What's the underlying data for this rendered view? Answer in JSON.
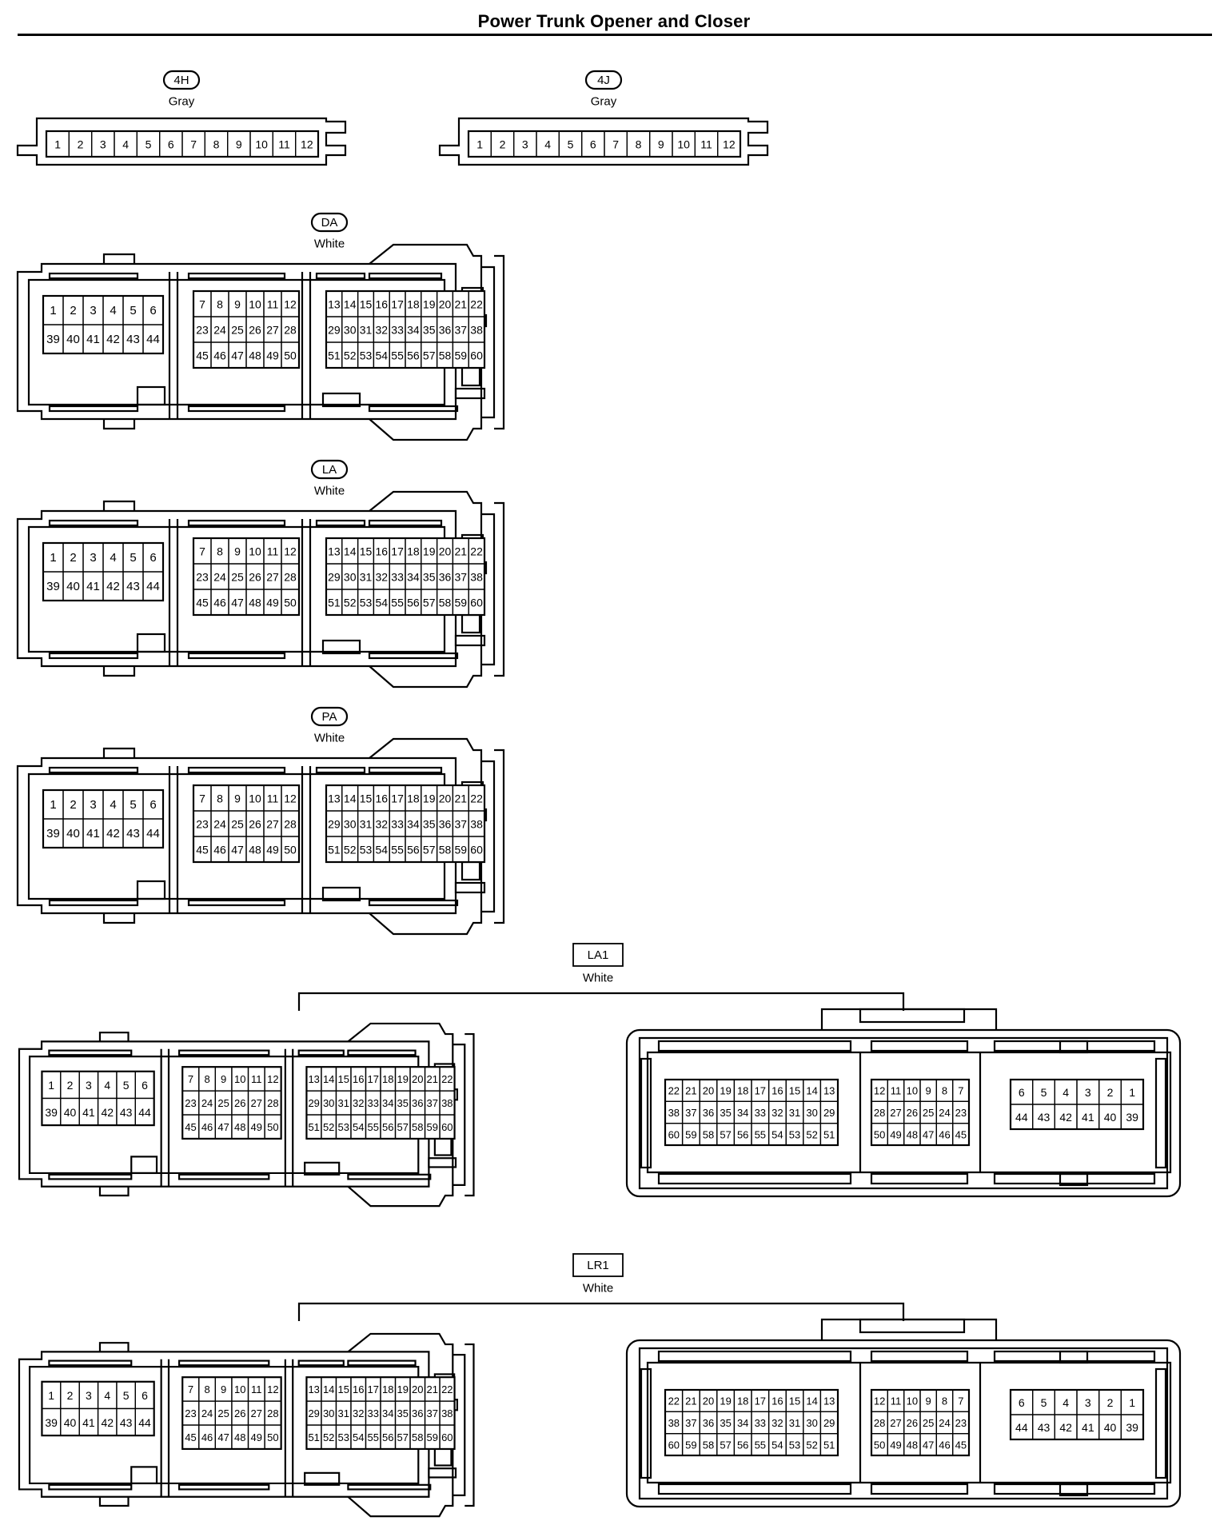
{
  "title": "Power Trunk Opener and Closer",
  "connectors": [
    {
      "id": "4H",
      "color": "Gray",
      "badge": "oval",
      "body": "strip",
      "pins": [
        "1",
        "2",
        "3",
        "4",
        "5",
        "6",
        "7",
        "8",
        "9",
        "10",
        "11",
        "12"
      ]
    },
    {
      "id": "4J",
      "color": "Gray",
      "badge": "oval",
      "body": "strip",
      "pins": [
        "1",
        "2",
        "3",
        "4",
        "5",
        "6",
        "7",
        "8",
        "9",
        "10",
        "11",
        "12"
      ]
    },
    {
      "id": "DA",
      "color": "White",
      "badge": "oval",
      "body": "ecu-front"
    },
    {
      "id": "LA",
      "color": "White",
      "badge": "oval",
      "body": "ecu-front"
    },
    {
      "id": "PA",
      "color": "White",
      "badge": "oval",
      "body": "ecu-front"
    },
    {
      "id": "LA1",
      "color": "White",
      "badge": "box",
      "body": "ecu-pair"
    },
    {
      "id": "LR1",
      "color": "White",
      "badge": "box",
      "body": "ecu-pair"
    }
  ],
  "ecu_front_layout": {
    "block1": [
      [
        "1",
        "2",
        "3",
        "4",
        "5",
        "6"
      ],
      [
        "39",
        "40",
        "41",
        "42",
        "43",
        "44"
      ]
    ],
    "block2": [
      [
        "7",
        "8",
        "9",
        "10",
        "11",
        "12"
      ],
      [
        "23",
        "24",
        "25",
        "26",
        "27",
        "28"
      ],
      [
        "45",
        "46",
        "47",
        "48",
        "49",
        "50"
      ]
    ],
    "block3": [
      [
        "13",
        "14",
        "15",
        "16",
        "17",
        "18",
        "19",
        "20",
        "21",
        "22"
      ],
      [
        "29",
        "30",
        "31",
        "32",
        "33",
        "34",
        "35",
        "36",
        "37",
        "38"
      ],
      [
        "51",
        "52",
        "53",
        "54",
        "55",
        "56",
        "57",
        "58",
        "59",
        "60"
      ]
    ]
  },
  "ecu_rear_layout": {
    "block1": [
      [
        "22",
        "21",
        "20",
        "19",
        "18",
        "17",
        "16",
        "15",
        "14",
        "13"
      ],
      [
        "38",
        "37",
        "36",
        "35",
        "34",
        "33",
        "32",
        "31",
        "30",
        "29"
      ],
      [
        "60",
        "59",
        "58",
        "57",
        "56",
        "55",
        "54",
        "53",
        "52",
        "51"
      ]
    ],
    "block2": [
      [
        "12",
        "11",
        "10",
        "9",
        "8",
        "7"
      ],
      [
        "28",
        "27",
        "26",
        "25",
        "24",
        "23"
      ],
      [
        "50",
        "49",
        "48",
        "47",
        "46",
        "45"
      ]
    ],
    "block3": [
      [
        "6",
        "5",
        "4",
        "3",
        "2",
        "1"
      ],
      [
        "44",
        "43",
        "42",
        "41",
        "40",
        "39"
      ]
    ]
  }
}
